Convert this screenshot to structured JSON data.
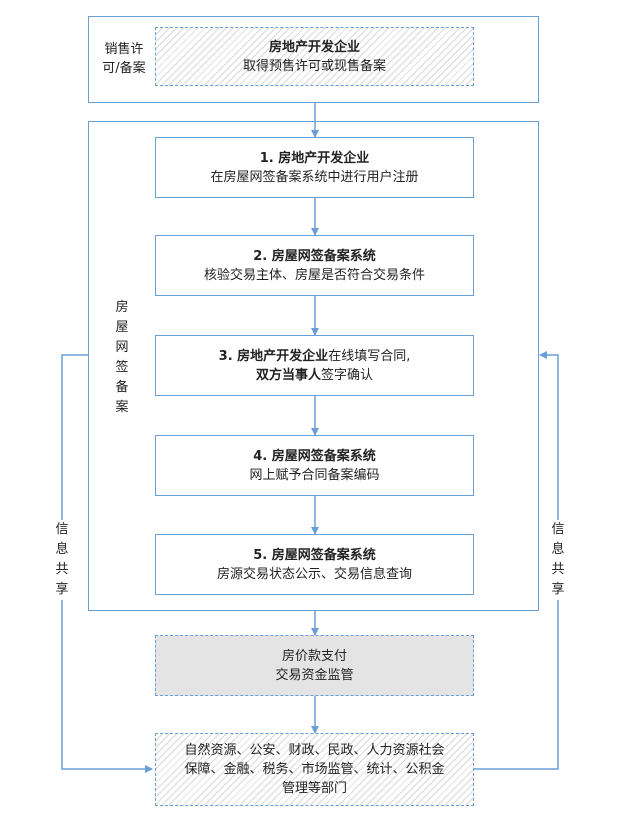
{
  "top_section": {
    "side_label": [
      "销售许",
      "可/备案"
    ],
    "box": {
      "title": "房地产开发企业",
      "text": "取得预售许可或现售备案"
    }
  },
  "main_section": {
    "side_label": [
      "房",
      "屋",
      "网",
      "签",
      "备",
      "案"
    ],
    "steps": [
      {
        "title": "1. 房地产开发企业",
        "text": "在房屋网签备案系统中进行用户注册"
      },
      {
        "title": "2. 房屋网签备案系统",
        "text": "核验交易主体、房屋是否符合交易条件"
      },
      {
        "title": "3. 房地产开发企业",
        "title_rest": "在线填写合同,",
        "line2_bold": "双方当事人",
        "line2_rest": "签字确认"
      },
      {
        "title": "4. 房屋网签备案系统",
        "text": "网上赋予合同备案编码"
      },
      {
        "title": "5. 房屋网签备案系统",
        "text": "房源交易状态公示、交易信息查询"
      }
    ]
  },
  "payment_box": {
    "line1": "房价款支付",
    "line2": "交易资金监管"
  },
  "departments_box": {
    "lines": [
      "自然资源、公安、财政、民政、人力资源社会",
      "保障、金融、税务、市场监管、统计、公积金",
      "管理等部门"
    ]
  },
  "left_share_label": [
    "信",
    "息",
    "共",
    "享"
  ],
  "right_share_label": [
    "信",
    "息",
    "共",
    "享"
  ],
  "colors": {
    "line": "#6a9fd6",
    "hatch": "#d9d9d9",
    "payment_fill": "#e4e4e4"
  }
}
